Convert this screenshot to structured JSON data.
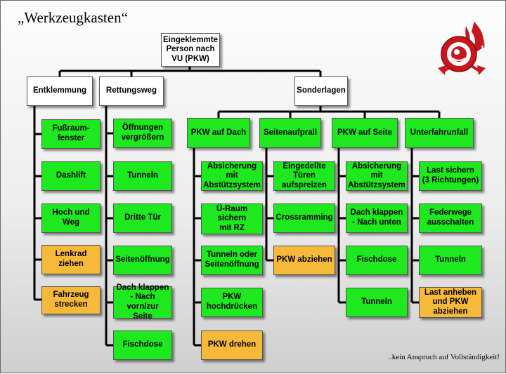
{
  "title": "„Werkzeugkasten“",
  "disclaimer": "..kein Anspruch auf Vollständigkeit!",
  "root": "Eingeklemmte\nPerson nach\nVU (PKW)",
  "categories": {
    "entklemmung": "Entklemmung",
    "rettungsweg": "Rettungsweg",
    "sonderlagen": "Sonderlagen"
  },
  "entklemmung_items": [
    "Fußraum-\nfenster",
    "Dashlift",
    "Hoch und Weg",
    "Lenkrad\nziehen",
    "Fahrzeug\nstrecken"
  ],
  "rettungsweg_items": [
    "Öffnungen\nvergrößern",
    "Tunneln",
    "Dritte Tür",
    "Seitenöffnung",
    "Dach klappen\n- Nach vorn/zur\nSeite",
    "Fischdose"
  ],
  "sonderlagen_sub": {
    "pkw_auf_dach": "PKW auf Dach",
    "seitenaufprall": "Seitenaufprall",
    "pkw_auf_seite": "PKW auf Seite",
    "unterfahrunfall": "Unterfahrunfall"
  },
  "pkw_auf_dach_items": [
    "Absicherung\nmit\nAbstützsystem",
    "Ü-Raum\nsichern\nmit RZ",
    "Tunneln oder\nSeitenöffnung",
    "PKW\nhochdrücken",
    "PKW drehen"
  ],
  "seitenaufprall_items": [
    "Eingedellte\nTüren\naufspreizen",
    "Crossramming",
    "PKW abziehen"
  ],
  "pkw_auf_seite_items": [
    "Absicherung\nmit\nAbstützsystem",
    "Dach klappen\n- Nach unten",
    "Fischdose",
    "Tunneln"
  ],
  "unterfahrunfall_items": [
    "Last sichern\n(3 Richtungen)",
    "Federwege\nausschalten",
    "Tunneln",
    "Last anheben\nund PKW\nabziehen"
  ],
  "colors": {
    "standard": "#1ee81e",
    "highlight": "#f7b93a",
    "category": "#ffffff",
    "logo_red": "#c8161d"
  },
  "logo": {
    "icon": "fire-brigade-emblem"
  }
}
